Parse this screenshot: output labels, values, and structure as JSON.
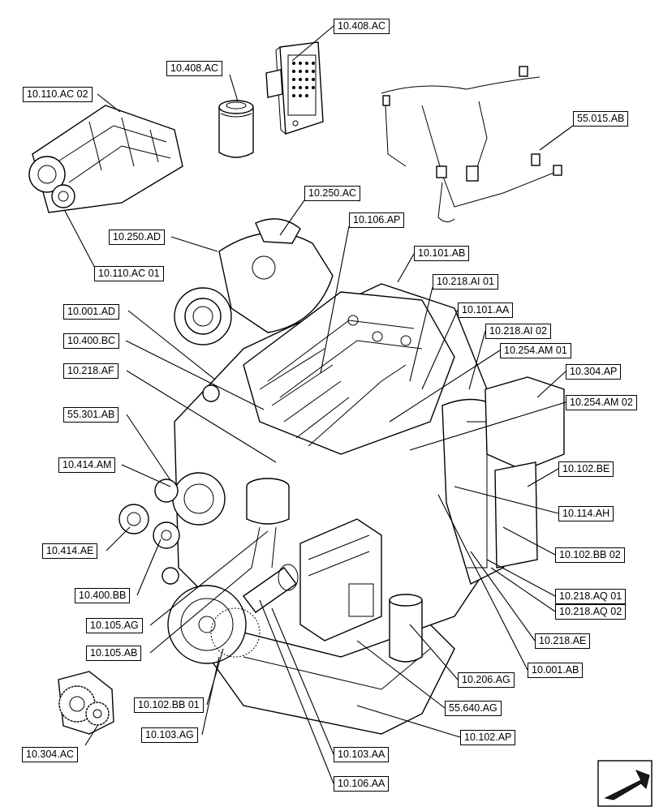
{
  "callouts": {
    "c_10_408_AC_a": "10.408.AC",
    "c_10_408_AC_b": "10.408.AC",
    "c_10_110_AC_02": "10.110.AC 02",
    "c_55_015_AB": "55.015.AB",
    "c_10_250_AC": "10.250.AC",
    "c_10_106_AP": "10.106.AP",
    "c_10_250_AD": "10.250.AD",
    "c_10_101_AB": "10.101.AB",
    "c_10_110_AC_01": "10.110.AC 01",
    "c_10_218_AI_01": "10.218.AI 01",
    "c_10_001_AD": "10.001.AD",
    "c_10_101_AA": "10.101.AA",
    "c_10_218_AI_02": "10.218.AI 02",
    "c_10_400_BC": "10.400.BC",
    "c_10_254_AM_01": "10.254.AM 01",
    "c_10_218_AF": "10.218.AF",
    "c_10_304_AP": "10.304.AP",
    "c_10_254_AM_02": "10.254.AM 02",
    "c_55_301_AB": "55.301.AB",
    "c_10_414_AM": "10.414.AM",
    "c_10_102_BE": "10.102.BE",
    "c_10_114_AH": "10.114.AH",
    "c_10_414_AE": "10.414.AE",
    "c_10_102_BB_02": "10.102.BB 02",
    "c_10_400_BB": "10.400.BB",
    "c_10_218_AQ_01": "10.218.AQ 01",
    "c_10_218_AQ_02": "10.218.AQ 02",
    "c_10_105_AG": "10.105.AG",
    "c_10_218_AE": "10.218.AE",
    "c_10_105_AB": "10.105.AB",
    "c_10_001_AB": "10.001.AB",
    "c_10_206_AG": "10.206.AG",
    "c_10_102_BB_01": "10.102.BB 01",
    "c_55_640_AG": "55.640.AG",
    "c_10_103_AG": "10.103.AG",
    "c_10_102_AP": "10.102.AP",
    "c_10_304_AC": "10.304.AC",
    "c_10_103_AA": "10.103.AA",
    "c_10_106_AA": "10.106.AA"
  },
  "icons": {
    "navigation": "next-page-arrow-icon"
  },
  "colors": {
    "line": "#000000",
    "background": "#ffffff"
  }
}
